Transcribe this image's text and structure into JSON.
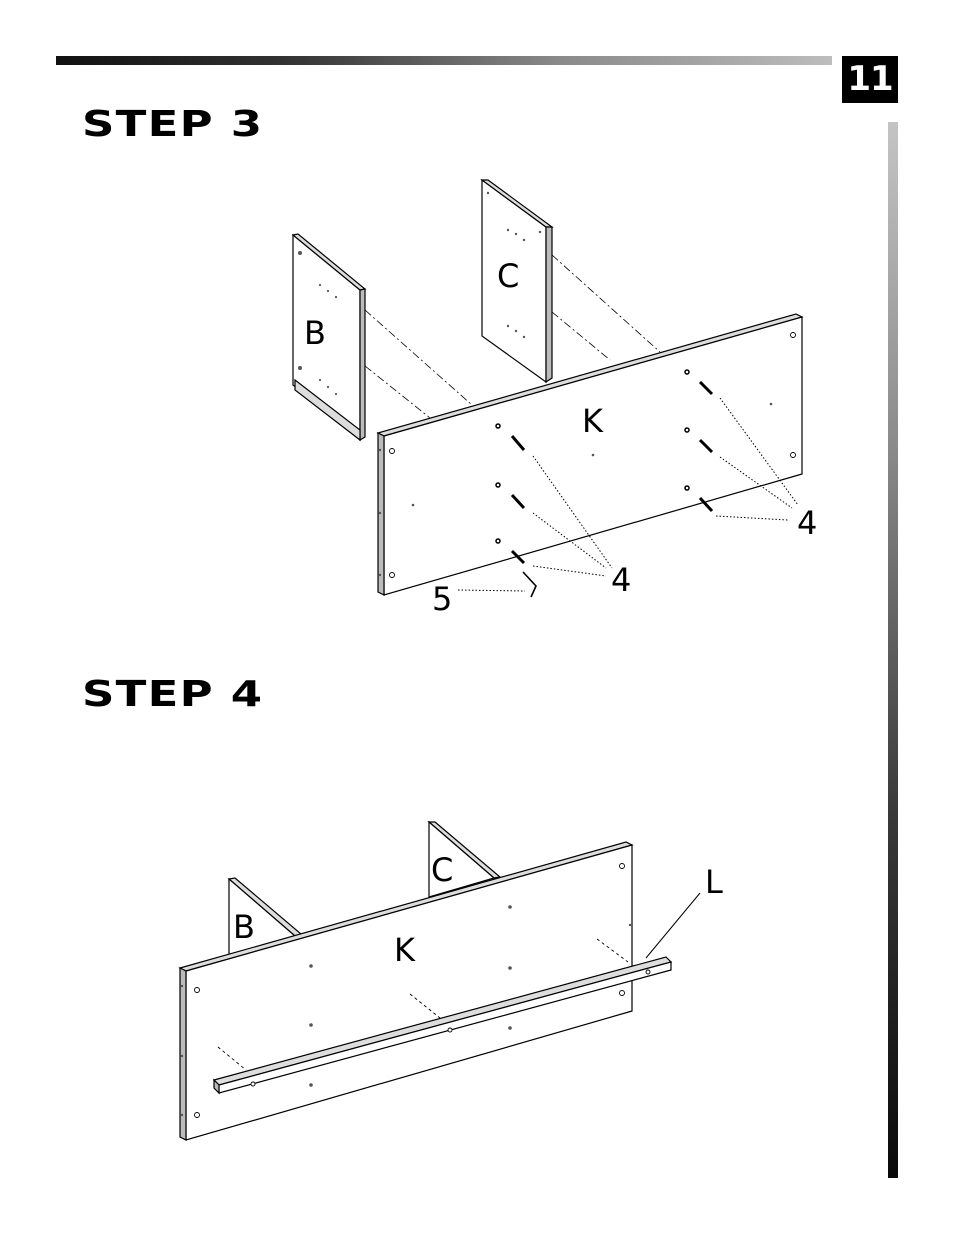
{
  "page_number": "11",
  "step3": {
    "title": "STEP 3",
    "labels": {
      "panel_b": "B",
      "panel_c": "C",
      "panel_k": "K",
      "callout_4_right": "4",
      "callout_4_bottom": "4",
      "callout_5": "5"
    }
  },
  "step4": {
    "title": "STEP 4",
    "labels": {
      "panel_b": "B",
      "panel_c": "C",
      "panel_k": "K",
      "part_l": "L"
    }
  }
}
